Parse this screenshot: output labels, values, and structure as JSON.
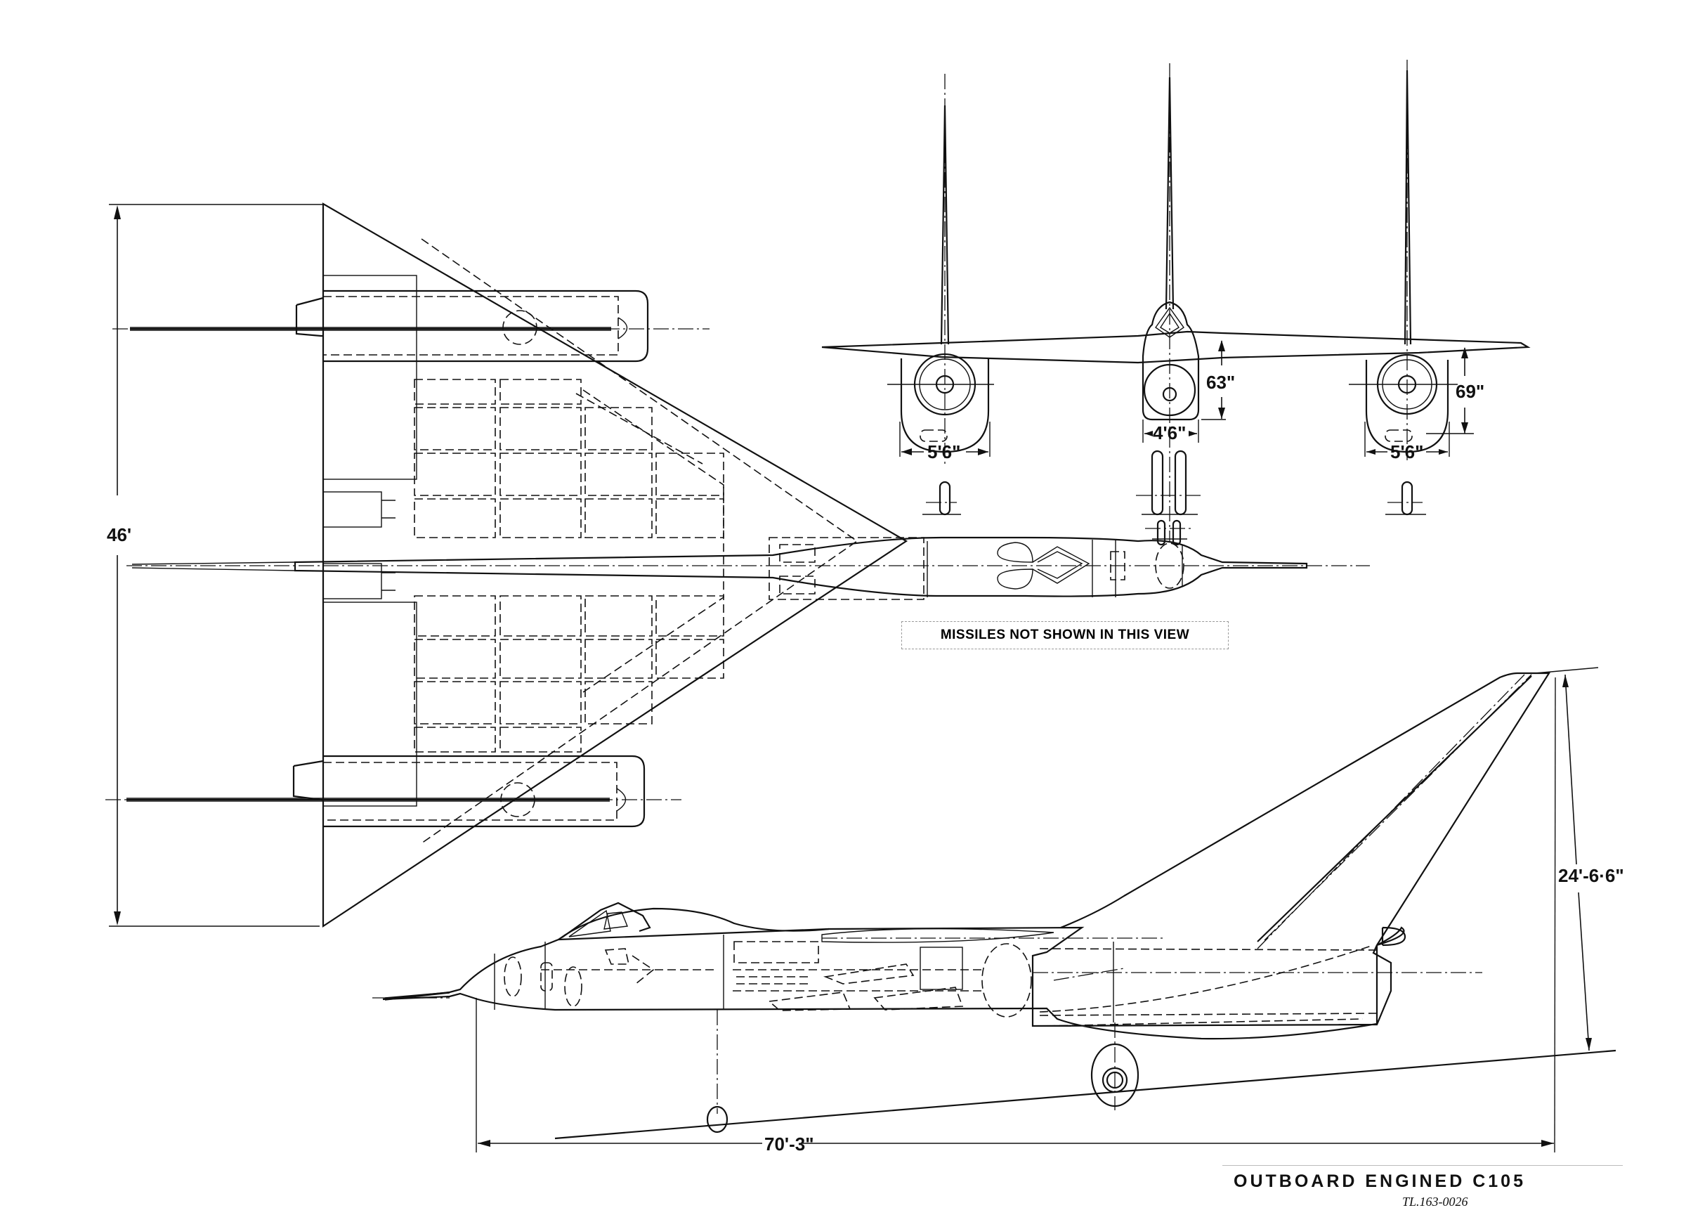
{
  "drawing": {
    "title": "OUTBOARD ENGINED C105",
    "reference_number": "TL.163-0026",
    "views": [
      "plan-view",
      "front-view",
      "side-view"
    ]
  },
  "plan_view": {
    "note": "MISSILES NOT SHOWN IN THIS VIEW",
    "span_dimension": "46'"
  },
  "front_view": {
    "left_nacelle_width": "5'6\"",
    "fuselage_width": "4'6\"",
    "right_nacelle_width": "5'6\"",
    "fuselage_height": "63\"",
    "nacelle_height": "69\""
  },
  "side_view": {
    "length_dimension": "70'-3\"",
    "height_dimension": "24'-6·6\""
  },
  "colors": {
    "ink": "#111111",
    "paper": "#ffffff"
  }
}
